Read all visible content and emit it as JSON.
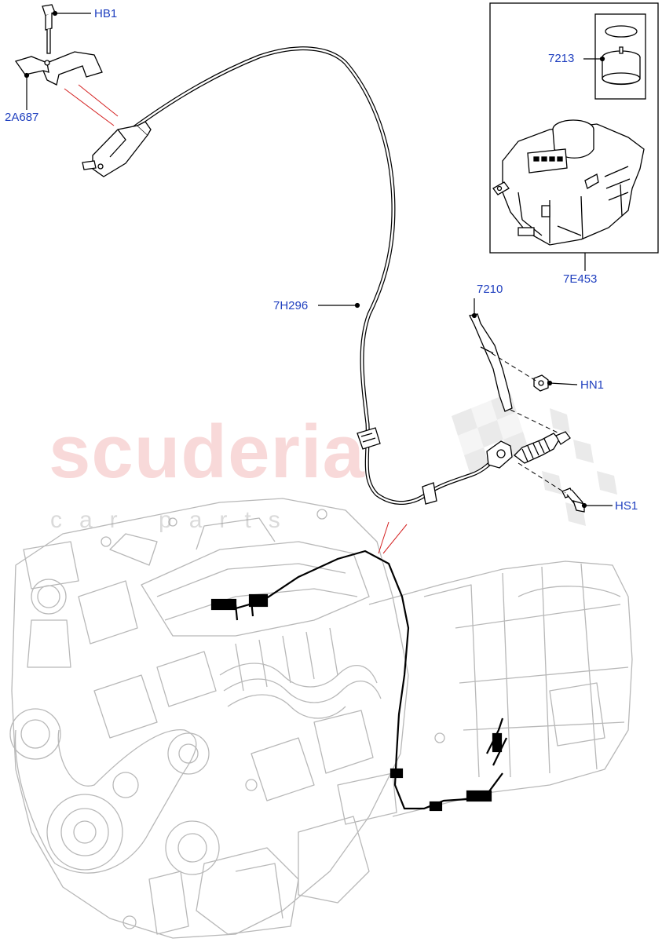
{
  "watermark": {
    "brand": "scuderia",
    "tagline": "car parts"
  },
  "callouts": {
    "hb1": "HB1",
    "a2687": "2A687",
    "c7213": "7213",
    "e7453": "7E453",
    "c7210": "7210",
    "h7296": "7H296",
    "hn1": "HN1",
    "hs1": "HS1"
  },
  "colors": {
    "callout_text": "#1f3fbf",
    "leader": "#000000",
    "pointer_lines": "#d42020",
    "cable": "#000000",
    "engine_lines": "#b8b8b8"
  }
}
